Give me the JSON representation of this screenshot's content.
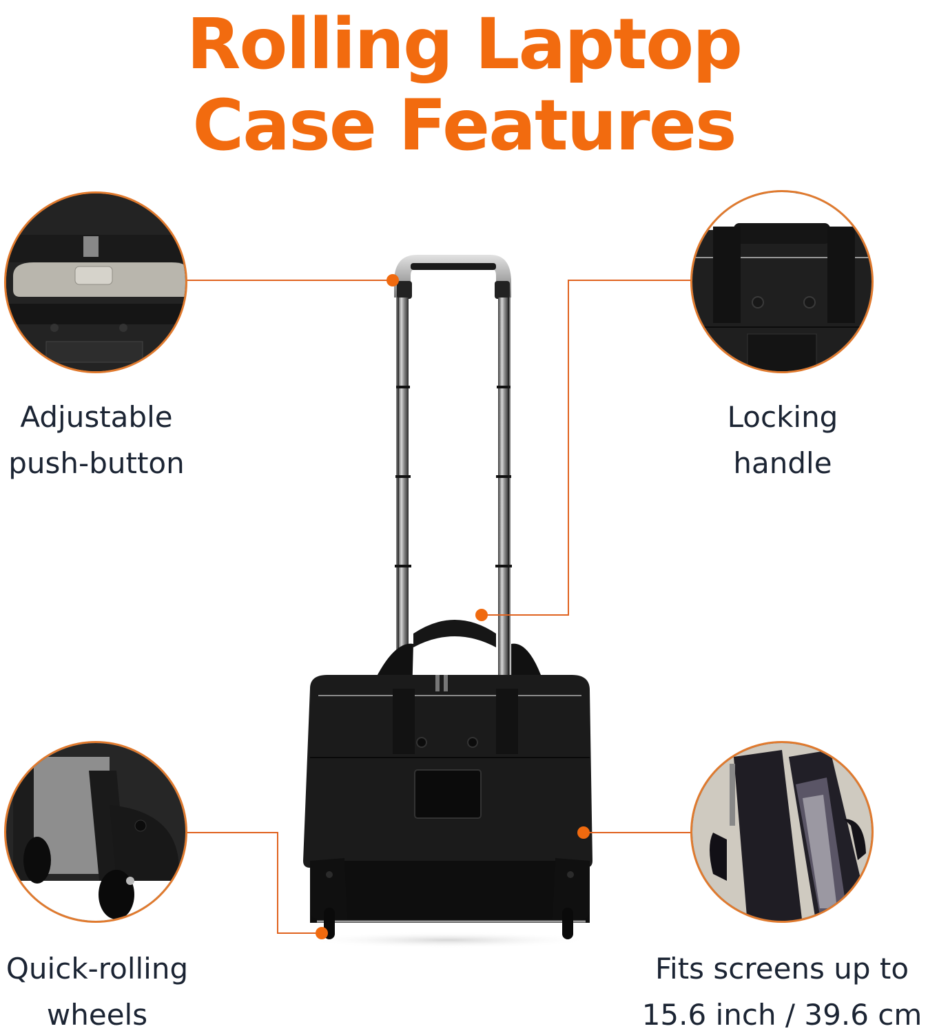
{
  "header": {
    "title_line1": "Rolling Laptop",
    "title_line2": "Case Features"
  },
  "features": [
    {
      "id": "push-button",
      "line1": "Adjustable",
      "line2": "push-button",
      "position": "top-left"
    },
    {
      "id": "locking-handle",
      "line1": "Locking",
      "line2": "handle",
      "position": "top-right"
    },
    {
      "id": "wheels",
      "line1": "Quick-rolling",
      "line2": "wheels",
      "position": "bottom-left"
    },
    {
      "id": "screen-size",
      "line1": "Fits screens up to",
      "line2": "15.6 inch / 39.6 cm",
      "position": "bottom-right"
    }
  ],
  "colors": {
    "accent": "#f26b0f",
    "connector": "#e0621e",
    "text": "#1b2433"
  }
}
